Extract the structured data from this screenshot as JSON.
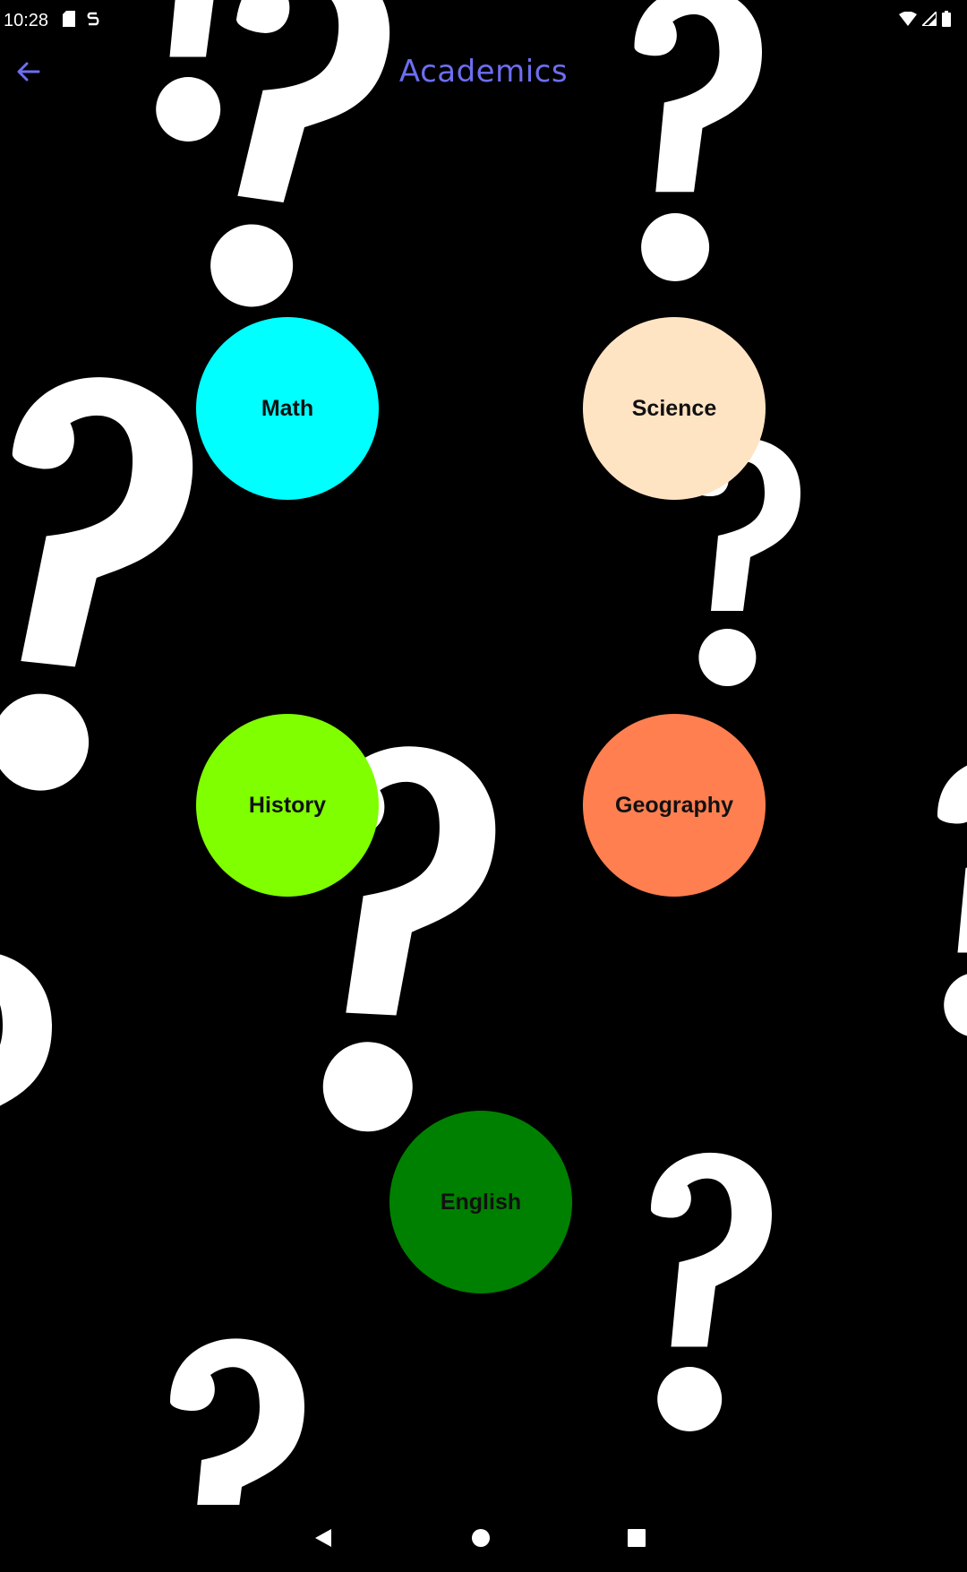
{
  "status_bar": {
    "time": "10:28",
    "icons_left": [
      "sd-card-icon",
      "s-badge-icon"
    ],
    "icons_right": [
      "wifi-icon",
      "signal-icon",
      "battery-icon"
    ]
  },
  "app_bar": {
    "title": "Academics",
    "back_icon": "arrow-left-icon",
    "title_color": "#6d6ef0"
  },
  "subjects": [
    {
      "label": "Math",
      "color": "#00ffff"
    },
    {
      "label": "Science",
      "color": "#ffe4c4"
    },
    {
      "label": "History",
      "color": "#7fff00"
    },
    {
      "label": "Geography",
      "color": "#ff7f50"
    },
    {
      "label": "English",
      "color": "#008000"
    }
  ],
  "background": {
    "color": "#000000",
    "pattern": "question-mark-icon",
    "pattern_color": "#ffffff"
  },
  "nav_bar": {
    "items": [
      "back-triangle-icon",
      "home-circle-icon",
      "recents-square-icon"
    ]
  }
}
